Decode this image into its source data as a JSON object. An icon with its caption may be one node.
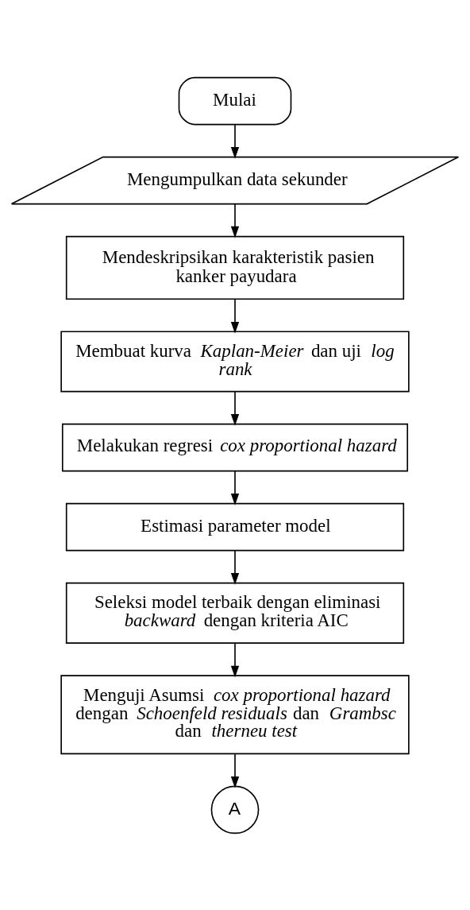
{
  "diagram": {
    "nodes": [
      {
        "text": [
          "Mulai"
        ]
      },
      {
        "text": [
          "Mengumpulkan data sekunder"
        ]
      },
      {
        "text": [
          "Mendeskripsikan karakteristik pasien kanker payudara"
        ]
      },
      {
        "text": [
          "Membuat kurva *Kaplan-Meier* dan uji *log rank*"
        ]
      },
      {
        "text": [
          "Melakukan regresi *cox proportional hazard*"
        ]
      },
      {
        "text": [
          "Estimasi parameter model"
        ]
      },
      {
        "text": [
          "Seleksi model terbaik dengan eliminasi *backward* dengan kriteria AIC"
        ]
      },
      {
        "text": [
          "Menguji Asumsi *cox proportional hazard* dengan *Schoenfeld residuals* dan *Grambsc* dan *therneu test*"
        ]
      },
      {
        "text": [
          "A"
        ]
      }
    ],
    "edges": [
      {
        "from": 0,
        "to": 1,
        "arrow": "to"
      },
      {
        "from": 1,
        "to": 2,
        "arrow": "to"
      },
      {
        "from": 2,
        "to": 3,
        "arrow": "to"
      },
      {
        "from": 3,
        "to": 4,
        "arrow": "to"
      },
      {
        "from": 4,
        "to": 5,
        "arrow": "to"
      },
      {
        "from": 5,
        "to": 6,
        "arrow": "to"
      },
      {
        "from": 6,
        "to": 7,
        "arrow": "to"
      },
      {
        "from": 7,
        "to": 8,
        "arrow": "to"
      }
    ]
  }
}
